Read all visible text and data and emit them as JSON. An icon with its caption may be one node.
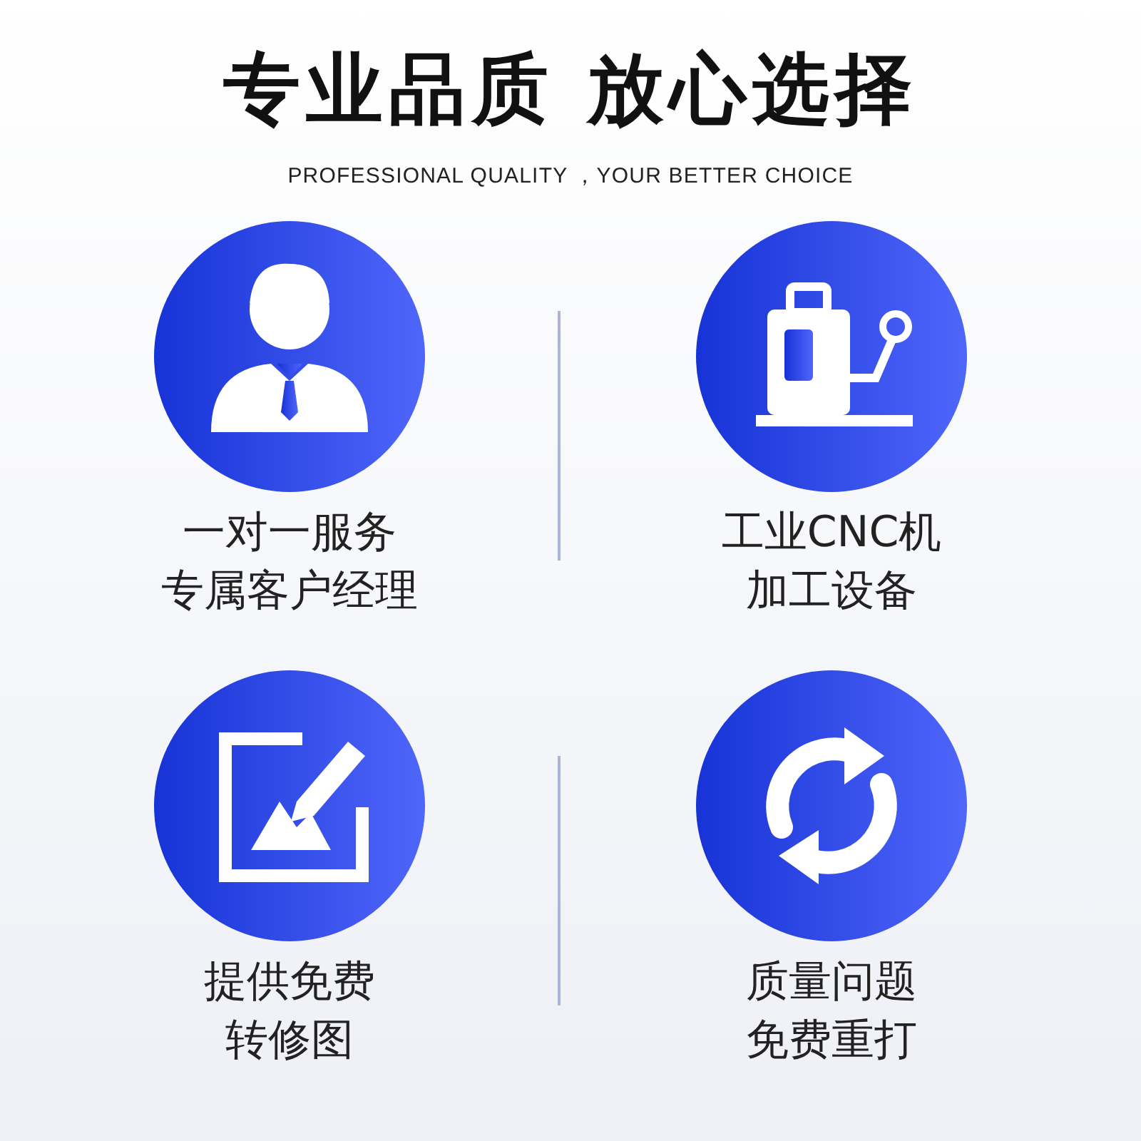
{
  "diagram": {
    "title": "专业品质 放心选择",
    "nodes": [
      {
        "text": [
          "一对一服务",
          "专属客户经理"
        ]
      },
      {
        "text": [
          "工业CNC机",
          "加工设备"
        ]
      },
      {
        "text": [
          "提供免费",
          "转修图"
        ]
      },
      {
        "text": [
          "质量问题",
          "免费重打"
        ]
      }
    ],
    "labels": [
      "PROFESSIONAL QUALITY ，YOUR BETTER CHOICE"
    ]
  }
}
